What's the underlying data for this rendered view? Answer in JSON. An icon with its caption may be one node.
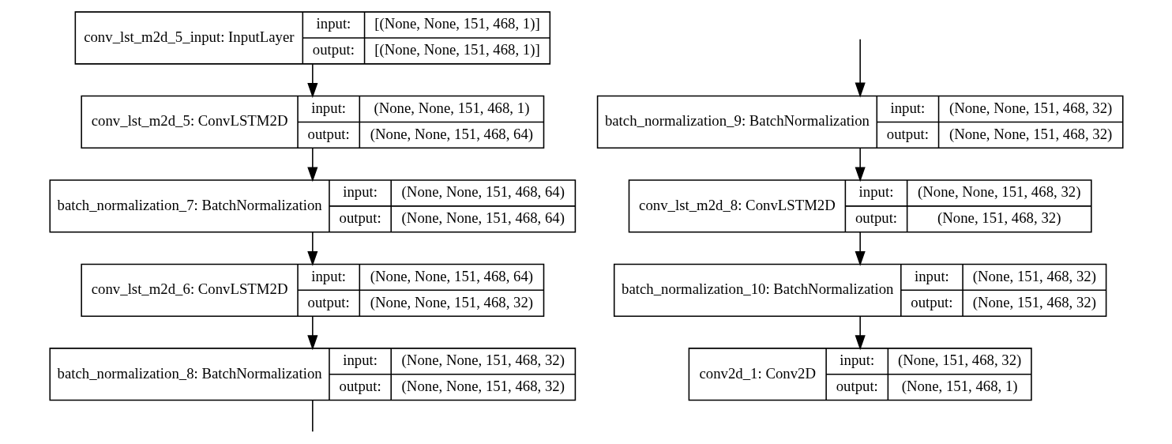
{
  "diagram": {
    "nodes": [
      {
        "text": [
          "conv_lst_m2d_5_input: InputLayer",
          "input:",
          "output:",
          "[(None, None, 151, 468, 1)]",
          "[(None, None, 151, 468, 1)]"
        ]
      },
      {
        "text": [
          "conv_lst_m2d_5: ConvLSTM2D",
          "input:",
          "output:",
          "(None, None, 151, 468, 1)",
          "(None, None, 151, 468, 64)"
        ]
      },
      {
        "text": [
          "batch_normalization_7: BatchNormalization",
          "input:",
          "output:",
          "(None, None, 151, 468, 64)",
          "(None, None, 151, 468, 64)"
        ]
      },
      {
        "text": [
          "conv_lst_m2d_6: ConvLSTM2D",
          "input:",
          "output:",
          "(None, None, 151, 468, 64)",
          "(None, None, 151, 468, 32)"
        ]
      },
      {
        "text": [
          "batch_normalization_8: BatchNormalization",
          "input:",
          "output:",
          "(None, None, 151, 468, 32)",
          "(None, None, 151, 468, 32)"
        ]
      },
      {
        "text": [
          "batch_normalization_9: BatchNormalization",
          "input:",
          "output:",
          "(None, None, 151, 468, 32)",
          "(None, None, 151, 468, 32)"
        ]
      },
      {
        "text": [
          "conv_lst_m2d_8: ConvLSTM2D",
          "input:",
          "output:",
          "(None, None, 151, 468, 32)",
          "(None, 151, 468, 32)"
        ]
      },
      {
        "text": [
          "batch_normalization_10: BatchNormalization",
          "input:",
          "output:",
          "(None, 151, 468, 32)",
          "(None, 151, 468, 32)"
        ]
      },
      {
        "text": [
          "conv2d_1: Conv2D",
          "input:",
          "output:",
          "(None, 151, 468, 32)",
          "(None, 151, 468, 1)"
        ]
      }
    ],
    "edges": [
      {
        "from": 0,
        "to": 1,
        "arrow": "to"
      },
      {
        "from": 1,
        "to": 2,
        "arrow": "to"
      },
      {
        "from": 2,
        "to": 3,
        "arrow": "to"
      },
      {
        "from": 3,
        "to": 4,
        "arrow": "to"
      },
      {
        "from": 4,
        "to": null,
        "arrow": "none"
      },
      {
        "from": null,
        "to": 5,
        "arrow": "to"
      },
      {
        "from": 5,
        "to": 6,
        "arrow": "to"
      },
      {
        "from": 6,
        "to": 7,
        "arrow": "to"
      },
      {
        "from": 7,
        "to": 8,
        "arrow": "to"
      }
    ]
  }
}
